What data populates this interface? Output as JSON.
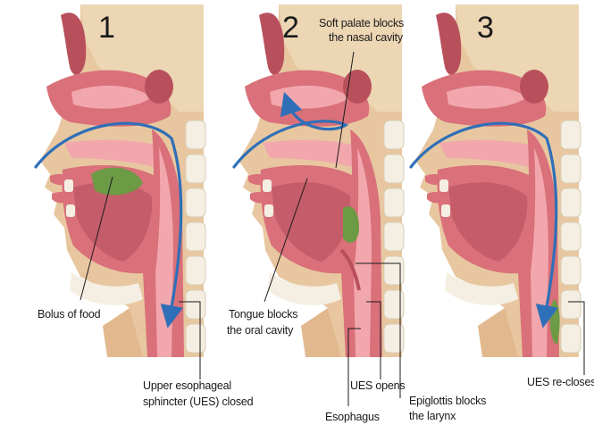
{
  "panels": [
    {
      "number": "1"
    },
    {
      "number": "2"
    },
    {
      "number": "3"
    }
  ],
  "labels": {
    "bolus": "Bolus of food",
    "ues_closed_1": "Upper esophageal",
    "ues_closed_2": "sphincter (UES) closed",
    "soft_palate_1": "Soft palate blocks",
    "soft_palate_2": "the nasal cavity",
    "tongue_1": "Tongue blocks",
    "tongue_2": "the oral cavity",
    "ues_opens": "UES opens",
    "esophagus": "Esophagus",
    "epiglottis_1": "Epiglottis blocks",
    "epiglottis_2": "the larynx",
    "ues_recloses": "UES re-closes"
  },
  "colors": {
    "skin": "#e8c7a0",
    "tissue": "#d9707a",
    "tissue_dark": "#b8505c",
    "mucosa": "#f2a7ad",
    "bone": "#f4efe2",
    "bolus": "#6d9a45",
    "flow_arrow": "#2f6fb7"
  }
}
